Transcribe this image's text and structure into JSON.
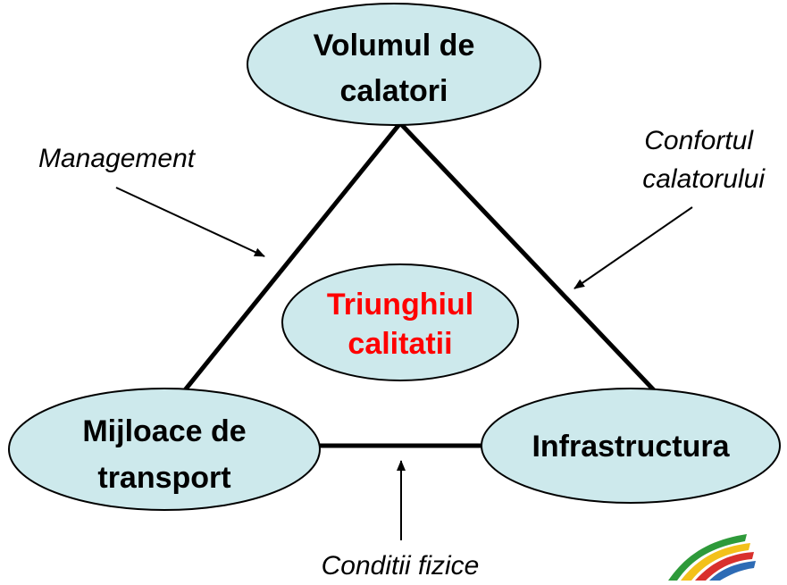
{
  "colors": {
    "node_fill": "#cde9ec",
    "node_stroke": "#000000",
    "center_text": "#ff0000",
    "line": "#000000",
    "logo": [
      "#2e9a3a",
      "#f3c11a",
      "#d9302c",
      "#2d6bb5"
    ]
  },
  "nodes": {
    "top": {
      "line1": "Volumul de",
      "line2": "calatori"
    },
    "left": {
      "line1": "Mijloace de",
      "line2": "transport"
    },
    "right": {
      "line1": "Infrastructura"
    },
    "center": {
      "line1": "Triunghiul",
      "line2": "calitatii"
    }
  },
  "labels": {
    "management": "Management",
    "confort_line1": "Confortul",
    "confort_line2": "calatorului",
    "conditii": "Conditii fizice"
  },
  "logo": {
    "icon": "ribbon-logo-icon"
  }
}
